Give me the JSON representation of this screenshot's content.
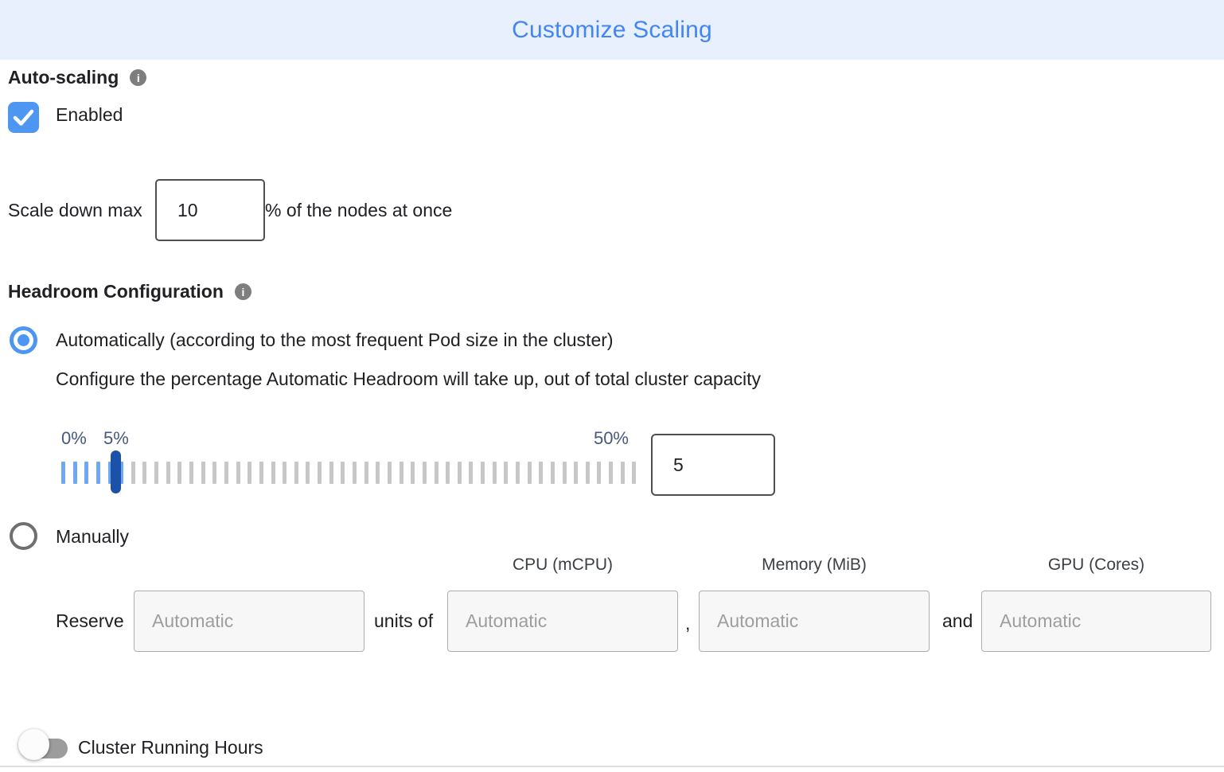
{
  "header": {
    "title": "Customize Scaling"
  },
  "icons": {
    "info_glyph": "i"
  },
  "auto_scaling": {
    "section_label": "Auto-scaling",
    "checkbox_label": "Enabled",
    "checked": true
  },
  "scale_down": {
    "prefix_label": "Scale down max",
    "value": "10",
    "suffix_label": "% of the nodes at once"
  },
  "headroom": {
    "section_label": "Headroom Configuration",
    "automatic_option_label": "Automatically (according to the most frequent Pod size in the cluster)",
    "automatic_description": "Configure the percentage Automatic Headroom will take up, out of total cluster capacity",
    "slider": {
      "min_label": "0%",
      "current_label": "5%",
      "max_label": "50%",
      "value": "5",
      "tick_count": 50,
      "active_ticks": 6
    },
    "manual_option_label": "Manually"
  },
  "reserve": {
    "label": "Reserve",
    "units_of_label": "units of",
    "comma_separator": ",",
    "and_separator": "and",
    "column_headers": {
      "cpu": "CPU (mCPU)",
      "memory": "Memory (MiB)",
      "gpu": "GPU (Cores)"
    },
    "count_placeholder": "Automatic",
    "cpu_placeholder": "Automatic",
    "memory_placeholder": "Automatic",
    "gpu_placeholder": "Automatic"
  },
  "cluster_running_hours": {
    "label": "Cluster Running Hours",
    "enabled": false
  },
  "colors": {
    "accent_blue": "#4285F4",
    "control_blue": "#4D96F2",
    "slider_handle_blue": "#1B51A8",
    "slider_active_tick": "#6FA8F2",
    "slider_inactive_tick": "#C7C7C7",
    "header_background": "#E9F0FD"
  }
}
